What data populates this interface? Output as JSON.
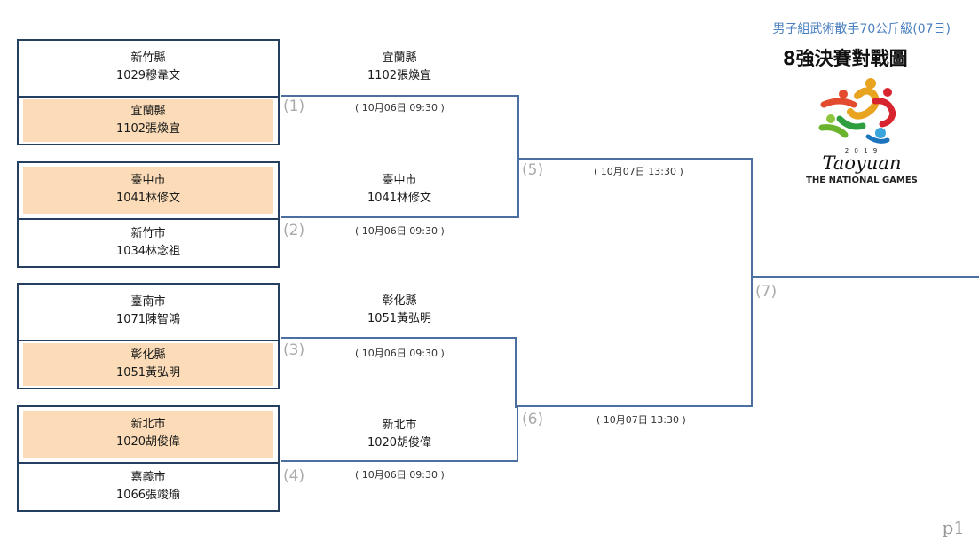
{
  "header": {
    "subtitle": "男子組武術散手70公斤級(07日)",
    "title": "8強決賽對戰圖"
  },
  "logo": {
    "year": "2 0 1 9",
    "city": "Taoyuan",
    "caption": "THE NATIONAL GAMES"
  },
  "round1": [
    {
      "top": {
        "county": "新竹縣",
        "athlete": "1029穆韋文"
      },
      "bottom": {
        "county": "宜蘭縣",
        "athlete": "1102張煥宜"
      },
      "winner_slot": "bottom"
    },
    {
      "top": {
        "county": "臺中市",
        "athlete": "1041林修文"
      },
      "bottom": {
        "county": "新竹市",
        "athlete": "1034林念祖"
      },
      "winner_slot": "top"
    },
    {
      "top": {
        "county": "臺南市",
        "athlete": "1071陳智鴻"
      },
      "bottom": {
        "county": "彰化縣",
        "athlete": "1051黃弘明"
      },
      "winner_slot": "bottom"
    },
    {
      "top": {
        "county": "新北市",
        "athlete": "1020胡俊偉"
      },
      "bottom": {
        "county": "嘉義市",
        "athlete": "1066張竣瑜"
      },
      "winner_slot": "top"
    }
  ],
  "advancers": [
    {
      "county": "宜蘭縣",
      "athlete": "1102張煥宜"
    },
    {
      "county": "臺中市",
      "athlete": "1041林修文"
    },
    {
      "county": "彰化縣",
      "athlete": "1051黃弘明"
    },
    {
      "county": "新北市",
      "athlete": "1020胡俊偉"
    }
  ],
  "matches": [
    {
      "number": "(1)",
      "time": "( 10月06日 09:30 )"
    },
    {
      "number": "(2)",
      "time": "( 10月06日 09:30 )"
    },
    {
      "number": "(3)",
      "time": "( 10月06日 09:30 )"
    },
    {
      "number": "(4)",
      "time": "( 10月06日 09:30 )"
    },
    {
      "number": "(5)",
      "time": "( 10月07日 13:30 )"
    },
    {
      "number": "(6)",
      "time": "( 10月07日 13:30 )"
    },
    {
      "number": "(7)"
    }
  ],
  "colors": {
    "box_border": "#243f60",
    "winner_fill": "#fcdcb8",
    "bracket_line": "#4a6fa0",
    "subtitle": "#4a7fc0",
    "match_number": "#aaaaaa"
  },
  "page": "p1"
}
